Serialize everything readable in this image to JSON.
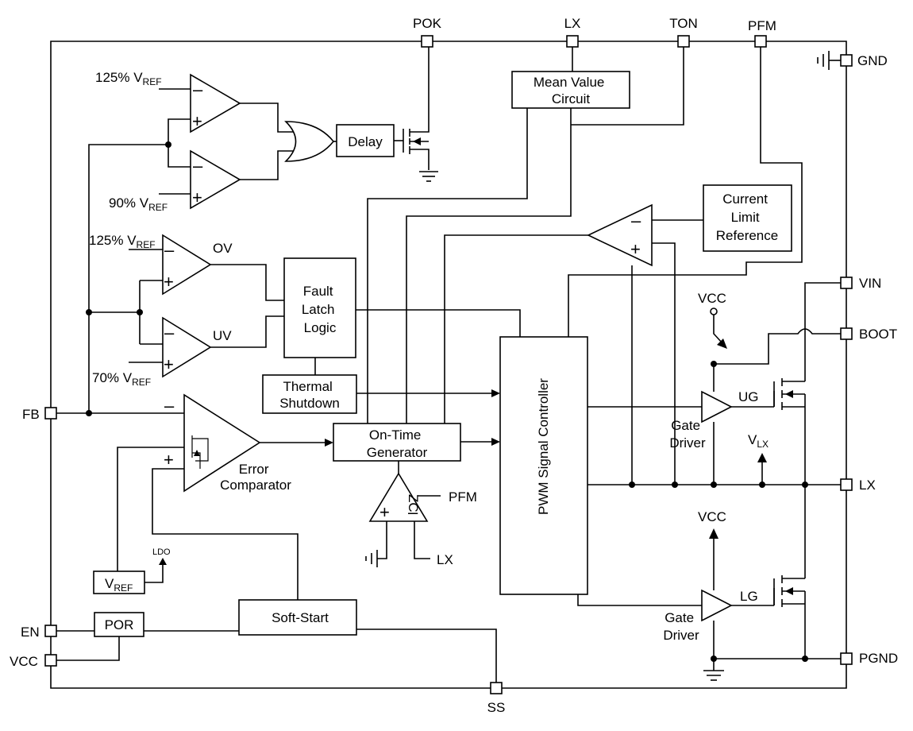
{
  "pins": {
    "pok": "POK",
    "lx_top": "LX",
    "ton": "TON",
    "pfm": "PFM",
    "gnd": "GND",
    "vin": "VIN",
    "boot": "BOOT",
    "lx_right": "LX",
    "pgnd": "PGND",
    "fb": "FB",
    "en": "EN",
    "vcc": "VCC",
    "ss": "SS"
  },
  "thresholds": {
    "pok_high": {
      "main": "125% V",
      "sub": "REF"
    },
    "pok_low": {
      "main": "90% V",
      "sub": "REF"
    },
    "ov": {
      "main": "125% V",
      "sub": "REF"
    },
    "uv": {
      "main": "70% V",
      "sub": "REF"
    }
  },
  "blocks": {
    "mean_value": [
      "Mean Value",
      "Circuit"
    ],
    "delay": "Delay",
    "current_limit": [
      "Current",
      "Limit",
      "Reference"
    ],
    "fault_latch": [
      "Fault",
      "Latch",
      "Logic"
    ],
    "thermal": [
      "Thermal",
      "Shutdown"
    ],
    "on_time": [
      "On-Time",
      "Generator"
    ],
    "pwm": "PWM Signal Controller",
    "por": "POR",
    "soft_start": "Soft-Start",
    "vref": {
      "main": "V",
      "sub": "REF"
    }
  },
  "labels": {
    "ov": "OV",
    "uv": "UV",
    "error_comparator": [
      "Error",
      "Comparator"
    ],
    "zc": "ZC",
    "zc_pfm": "PFM",
    "zc_lx": "LX",
    "ldo": "LDO",
    "vcc_upper": "VCC",
    "vcc_lower": "VCC",
    "vlx": {
      "main": "V",
      "sub": "LX"
    },
    "ug": "UG",
    "lg": "LG",
    "gate_driver_upper": [
      "Gate",
      "Driver"
    ],
    "gate_driver_lower": [
      "Gate",
      "Driver"
    ]
  },
  "signs": {
    "minus": "–",
    "plus": "+"
  }
}
